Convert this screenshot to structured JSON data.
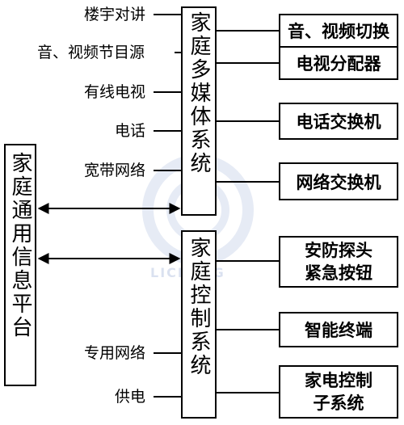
{
  "platform": {
    "label": "家庭通用信息平台"
  },
  "multimedia_system": {
    "label": "家庭多媒体系统"
  },
  "control_system": {
    "label": "家庭控制系统"
  },
  "multimedia_inputs": [
    "楼宇对讲",
    "音、视频节目源",
    "有线电视",
    "电话",
    "宽带网络"
  ],
  "control_inputs": [
    "专用网络",
    "供电"
  ],
  "multimedia_outputs": [
    "音、视频切换",
    "电视分配器",
    "电话交换机",
    "网络交换机"
  ],
  "control_outputs": [
    "安防探头\n紧急按钮",
    "智能终端",
    "家电控制\n子系统"
  ],
  "watermark": {
    "text": "LICHENG"
  }
}
